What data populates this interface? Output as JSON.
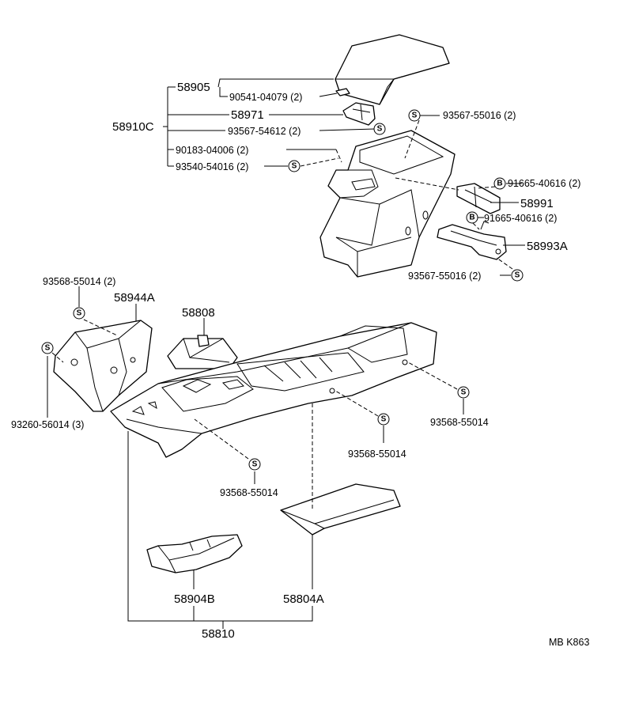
{
  "labels": {
    "l58905": "58905",
    "l90541": "90541-04079 (2)",
    "l58971": "58971",
    "l93567_54612": "93567-54612 (2)",
    "l58910c": "58910C",
    "l90183": "90183-04006 (2)",
    "l93540": "93540-54016 (2)",
    "l93567_top": "93567-55016 (2)",
    "l91665_a": "91665-40616 (2)",
    "l58991": "58991",
    "l91665_b": "91665-40616 (2)",
    "l58993a": "58993A",
    "l93567_bot": "93567-55016 (2)",
    "l93568_2": "93568-55014 (2)",
    "l58944a": "58944A",
    "l58808": "58808",
    "l93260": "93260-56014 (3)",
    "l93568_r": "93568-55014",
    "l93568_m": "93568-55014",
    "l93568_l": "93568-55014",
    "l58904b": "58904B",
    "l58804a": "58804A",
    "l58810": "58810",
    "footer": "MB  K863"
  },
  "symbols": {
    "screw": "S",
    "bolt": "B"
  }
}
